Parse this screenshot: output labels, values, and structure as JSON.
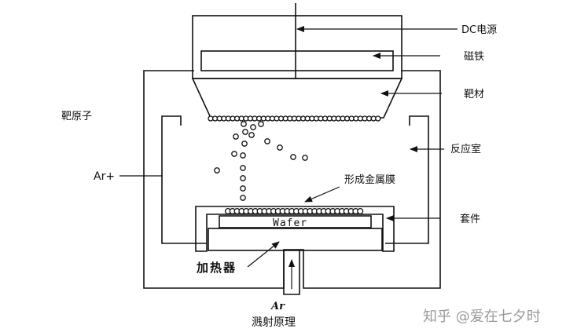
{
  "labels": {
    "dc_power": "DC电源",
    "magnet": "磁铁",
    "target": "靶材",
    "target_atoms": "靶原子",
    "chamber": "反应室",
    "argon_ion": "Ar+",
    "metal_film": "形成金属膜",
    "wafer": "Wafer",
    "fixture": "套件",
    "heater": "加热器",
    "argon_gas": "Ar",
    "caption": "溅射原理"
  },
  "watermark": "知乎 @爱在七夕时"
}
